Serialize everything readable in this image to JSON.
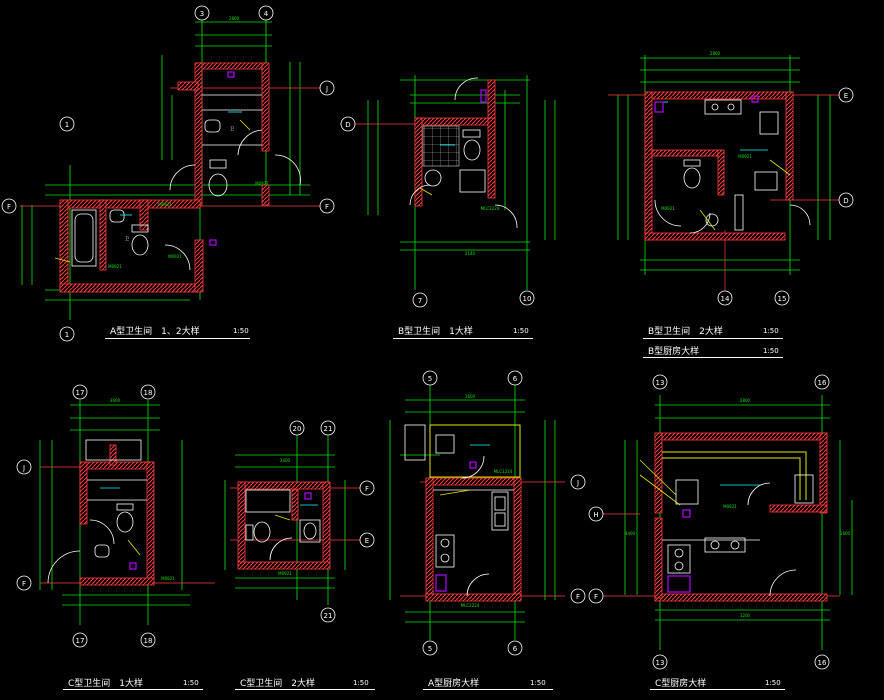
{
  "titles": [
    {
      "id": "a",
      "label": "A型卫生间　1、2大样",
      "scale": "1:50"
    },
    {
      "id": "b1",
      "label": "B型卫生间　1大样",
      "scale": "1:50"
    },
    {
      "id": "b2",
      "label": "B型卫生间　2大样",
      "scale": "1:50"
    },
    {
      "id": "bk",
      "label": "B型厨房大样",
      "scale": "1:50"
    },
    {
      "id": "c1",
      "label": "C型卫生间　1大样",
      "scale": "1:50"
    },
    {
      "id": "c2",
      "label": "C型卫生间　2大样",
      "scale": "1:50"
    },
    {
      "id": "ak",
      "label": "A型厨房大样",
      "scale": "1:50"
    },
    {
      "id": "ck",
      "label": "C型厨房大样",
      "scale": "1:50"
    }
  ],
  "axes": {
    "a": [
      "3",
      "4",
      "J",
      "1",
      "F",
      "F",
      "1"
    ],
    "b1": [
      "D",
      "7",
      "10"
    ],
    "b2": [
      "E",
      "D",
      "14",
      "15"
    ],
    "c1": [
      "17",
      "18",
      "J",
      "F",
      "17",
      "18"
    ],
    "c2": [
      "20",
      "21",
      "F",
      "E",
      "21"
    ],
    "ak": [
      "5",
      "6",
      "J",
      "F",
      "5",
      "6"
    ],
    "ck": [
      "13",
      "16",
      "H",
      "F",
      "13",
      "16"
    ]
  },
  "door_tags": [
    "M0921",
    "M0821",
    "M0921",
    "M0921",
    "MLC2224",
    "M0921",
    "M0921",
    "M0821",
    "M0921",
    "MLC1224",
    "MLC2224",
    "M0821"
  ],
  "dims": [
    "2800",
    "3140",
    "2800",
    "3600",
    "3400",
    "1600",
    "2800",
    "1200",
    "1600",
    "3400"
  ],
  "colors": {
    "wall": "#ff3b3b",
    "hatch": "#ff4040",
    "dim": "#00e600",
    "axis": "#00e600",
    "fixture": "#ffffff",
    "cyan": "#00ffff",
    "yellow": "#e6e600",
    "magenta": "#b400ff",
    "bg": "#000000"
  }
}
